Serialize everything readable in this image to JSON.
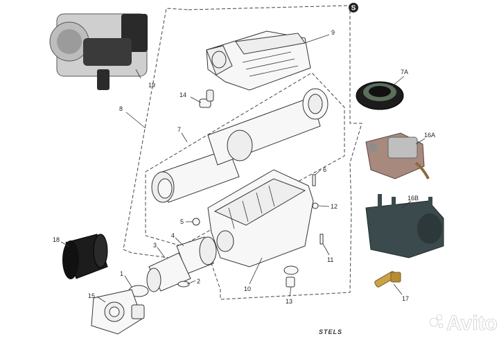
{
  "diagram": {
    "part_labels": {
      "p1": "1",
      "p2": "2",
      "p3": "3",
      "p4": "4",
      "p5": "5",
      "p6": "6",
      "p7": "7",
      "p7a": "7A",
      "p8": "8",
      "p9": "9",
      "p10": "10",
      "p11": "11",
      "p12": "12",
      "p13": "13",
      "p14": "14",
      "p15": "15",
      "p16a": "16A",
      "p16b": "16B",
      "p17": "17",
      "p18": "18",
      "p19": "19"
    },
    "corner_mark": "S",
    "brand": "STELS",
    "watermark": "Avito"
  }
}
